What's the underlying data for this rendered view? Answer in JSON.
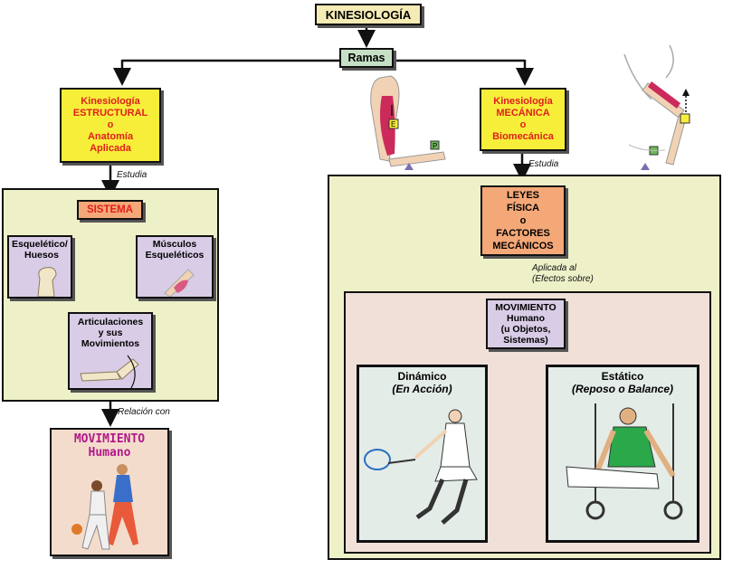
{
  "title": "KINESIOLOGÍA",
  "ramas": "Ramas",
  "estructural": {
    "line1": "Kinesiología",
    "line2": "ESTRUCTURAL",
    "line3": "o",
    "line4": "Anatomía",
    "line5": "Aplicada"
  },
  "mecanica": {
    "line1": "Kinesiología",
    "line2": "MECÁNICA",
    "line3": "o",
    "line4": "Biomecánica"
  },
  "estudia_left": "Estudia",
  "estudia_right": "Estudia",
  "sistema": "SISTEMA",
  "esqueletico": {
    "line1": "Esquelético/",
    "line2": "Huesos"
  },
  "musculos": {
    "line1": "Músculos",
    "line2": "Esqueléticos"
  },
  "articulaciones": {
    "line1": "Articulaciones",
    "line2": "y sus",
    "line3": "Movimientos"
  },
  "relacion": "Relación con",
  "movimiento_humano": {
    "line1": "MOVIMIENTO",
    "line2": "Humano"
  },
  "leyes": {
    "line1": "LEYES",
    "line2": "FÍSICA",
    "line3": "o",
    "line4": "FACTORES",
    "line5": "MECÁNICOS"
  },
  "aplicada": {
    "line1": "Aplicada al",
    "line2": "(Efectos sobre)"
  },
  "movimiento_box": {
    "line1": "MOVIMIENTO",
    "line2": "Humano",
    "line3": "(u Objetos,",
    "line4": "Sistemas)"
  },
  "dinamico": {
    "title": "Dinámico",
    "subtitle": "(En Acción)"
  },
  "estatico": {
    "title": "Estático",
    "subtitle": "(Reposo o Balance)"
  },
  "arm_labels": {
    "e": "E",
    "p": "P"
  },
  "colors": {
    "yellow": "#f7ee3a",
    "panel_green": "#eef1c8",
    "panel_pink": "#f0e0d8",
    "lavender": "#d8cce6",
    "orange": "#f4a878",
    "ramas_green": "#c6e0c6",
    "title_bg": "#f5ebb4",
    "scene_bg": "#e4ece8"
  }
}
